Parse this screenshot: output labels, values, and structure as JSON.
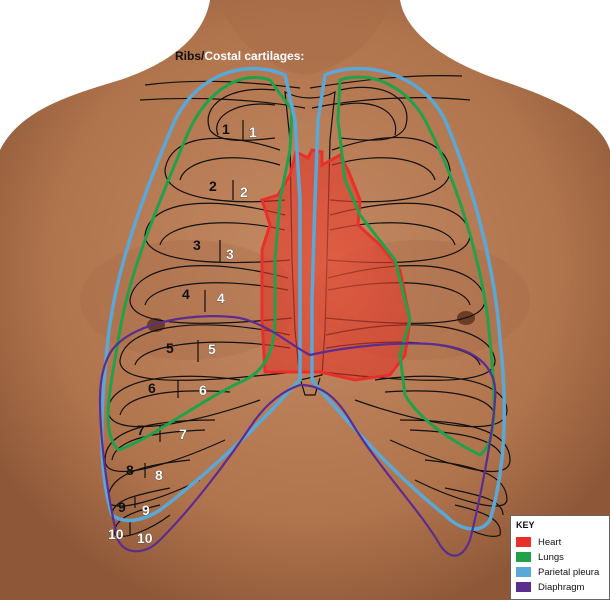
{
  "header_label": {
    "ribs": "Ribs",
    "separator": "/",
    "cartilages": "Costal cartilages:"
  },
  "ribs": [
    {
      "rib": "1",
      "cartilage": "1"
    },
    {
      "rib": "2",
      "cartilage": "2"
    },
    {
      "rib": "3",
      "cartilage": "3"
    },
    {
      "rib": "4",
      "cartilage": "4"
    },
    {
      "rib": "5",
      "cartilage": "5"
    },
    {
      "rib": "6",
      "cartilage": "6"
    },
    {
      "rib": "7",
      "cartilage": "7"
    },
    {
      "rib": "8",
      "cartilage": "8"
    },
    {
      "rib": "9",
      "cartilage": "9"
    },
    {
      "rib": "10",
      "cartilage": "10"
    }
  ],
  "key": {
    "title": "KEY",
    "items": [
      {
        "label": "Heart",
        "color": "#e8302a"
      },
      {
        "label": "Lungs",
        "color": "#1fa24a"
      },
      {
        "label": "Parietal pleura",
        "color": "#5aa8d8"
      },
      {
        "label": "Diaphragm",
        "color": "#5b2d91"
      }
    ]
  },
  "colors": {
    "skin": "#b77b55",
    "background": "#ffffff",
    "rib_outline": "#111111",
    "label_white": "#ffffff"
  }
}
